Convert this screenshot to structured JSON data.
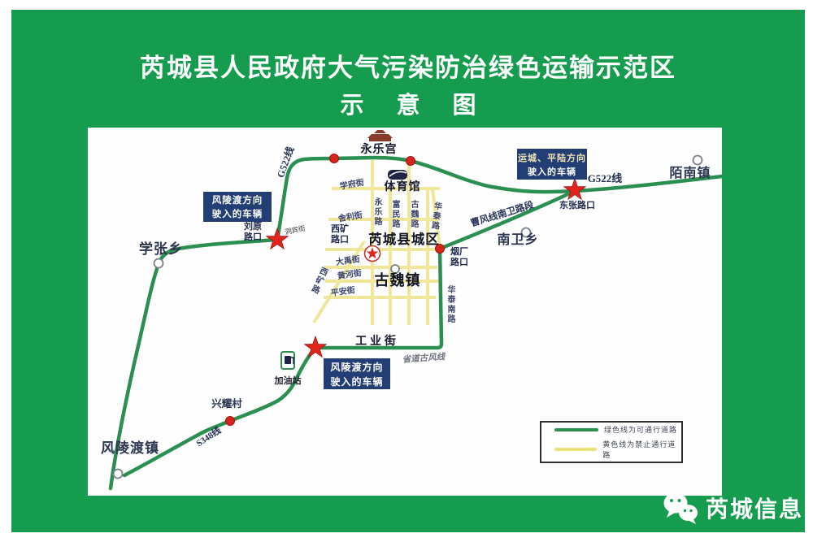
{
  "title": {
    "line1": "芮城县人民政府大气污染防治绿色运输示范区",
    "line2": "示 意 图"
  },
  "entry_boxes": {
    "northwest": {
      "line1": "风陵渡方向",
      "line2": "驶入的车辆"
    },
    "northeast": {
      "line1": "运城、平陆方向",
      "line2": "驶入的车辆"
    },
    "south": {
      "line1": "风陵渡方向",
      "line2": "驶入的车辆"
    }
  },
  "map": {
    "towns": {
      "xuezhangxiang": "学张乡",
      "fenglingduzhen": "风陵渡镇",
      "monanzhen": "陌南镇",
      "nanweixiang": "南卫乡",
      "guweizhen": "古魏镇",
      "xingyaocun": "兴耀村",
      "county_seat": "芮城县城区"
    },
    "junctions": {
      "liuyuan": "刘原路口",
      "dongzhang": "东张路口",
      "yanchang": "烟厂路口",
      "xikuang": "西矿路口"
    },
    "roads": {
      "g522_west": "G522线",
      "g522_east": "G522线",
      "s348": "S348线",
      "caofeng": "曹风线南卫路段",
      "shengdao": "省道古风线",
      "gongyejie": "工 业 街",
      "huatainanlu": "华泰南路"
    },
    "streets": {
      "xuefujie": "学府街",
      "shelijie": "舍利街",
      "dayujie": "大禹街",
      "huanghejie": "黄河街",
      "pinganjie": "平安街",
      "yonglelu": "永乐路",
      "fuminlu": "富民路",
      "guweilu": "古魏路",
      "huatailu": "华泰路",
      "xikuanglu": "西矿路",
      "dongbinjie": "洞宾街"
    },
    "pois": {
      "yonglegong": "永乐宫",
      "tiyuguan": "体育馆",
      "jiayouzhan": "加油站"
    }
  },
  "legend": {
    "green_label": "绿色线为可通行道路",
    "yellow_label": "黄色线为禁止通行道路"
  },
  "footer": {
    "brand": "芮城信息"
  },
  "colors": {
    "frame_green": "#169c4e",
    "road_green": "#2b8f52",
    "road_yellow": "#f1e79b",
    "box_navy": "#223e75",
    "marker_red": "#d8251b"
  }
}
